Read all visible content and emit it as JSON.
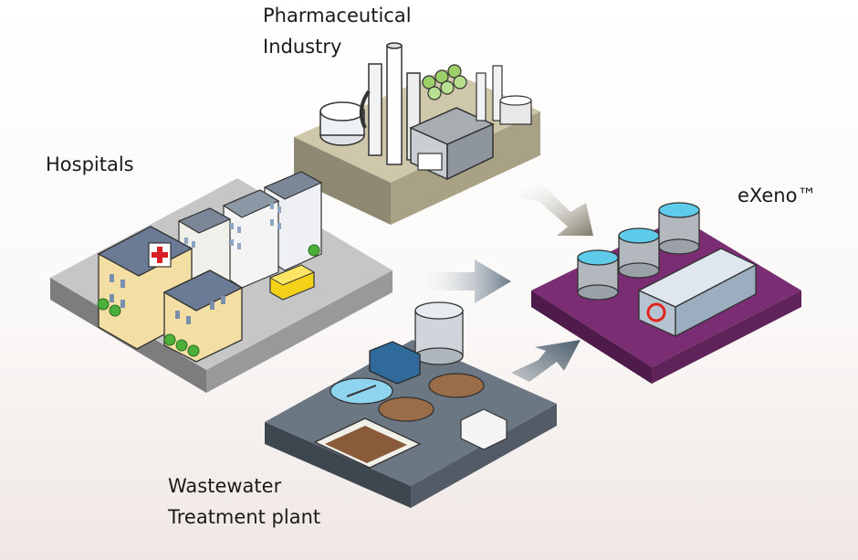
{
  "nodes": {
    "pharma": {
      "line1": "Pharmaceutical",
      "line2": "Industry"
    },
    "hospitals": {
      "label": "Hospitals"
    },
    "wastewater": {
      "line1": "Wastewater",
      "line2": "Treatment plant"
    },
    "exeno": {
      "label": "eXeno™"
    }
  },
  "colors": {
    "pharma_platform": "#cbc3a6",
    "hospital_platform": "#c8c8c8",
    "wastewater_platform": "#6b7885",
    "exeno_platform": "#7a2d73",
    "arrow_light": "#8c8c8c",
    "arrow_dark": "#5c6b78"
  }
}
